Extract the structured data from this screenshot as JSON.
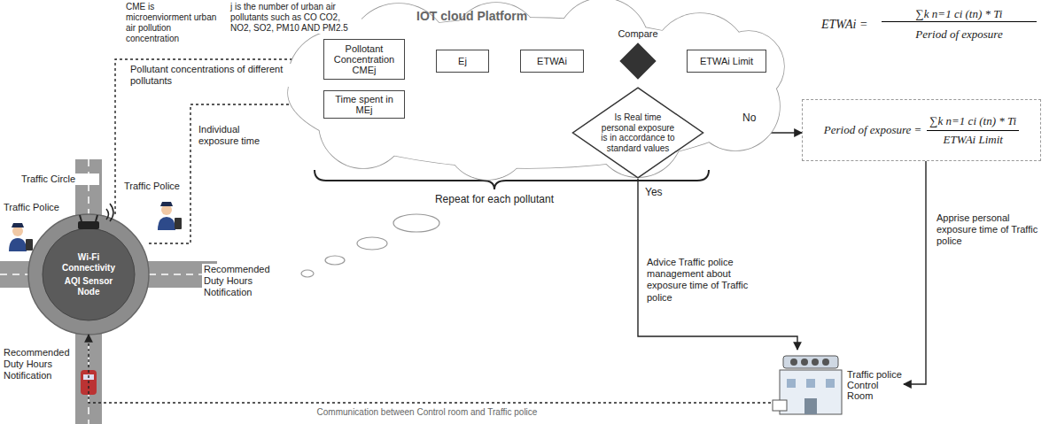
{
  "diagram": {
    "nodes": [
      {
        "text": [
          "IOT cloud Platform"
        ]
      },
      {
        "text": [
          "Pollotant Concentration CMEj"
        ],
        "in": 0
      },
      {
        "text": [
          "Time spent in MEj"
        ],
        "in": 0
      },
      {
        "text": [
          "Ej"
        ],
        "in": 0
      },
      {
        "text": [
          "ETWAi"
        ],
        "in": 0
      },
      {
        "text": [
          "Compare"
        ],
        "in": 0
      },
      {
        "text": [
          "ETWAi Limit"
        ],
        "in": 0
      },
      {
        "text": [
          "Is Real time personal exposure is in accordance to standard values"
        ],
        "in": 0
      },
      {
        "text": [
          "Period of exposure =",
          "∑k n=1 ci (tn) * Ti",
          "ETWAi Limit"
        ]
      },
      {
        "text": [
          "Traffic police Control Room"
        ]
      },
      {
        "text": [
          "Wi-Fi Connectivity",
          "AQI Sensor Node"
        ]
      }
    ],
    "edges": [
      {
        "from": 10,
        "to": 1,
        "arrow": "to",
        "label": "Pollutant concentrations of different pollutants"
      },
      {
        "from": 10,
        "to": 2,
        "arrow": "to",
        "label": "Individual exposure time"
      },
      {
        "from": 1,
        "to": 3,
        "arrow": "to"
      },
      {
        "from": 2,
        "to": 3,
        "arrow": "to"
      },
      {
        "from": 3,
        "to": 4,
        "arrow": "to"
      },
      {
        "from": 4,
        "to": 5,
        "arrow": "to"
      },
      {
        "from": 6,
        "to": 5,
        "arrow": "to"
      },
      {
        "from": 5,
        "to": 7,
        "arrow": "to"
      },
      {
        "from": 7,
        "to": 8,
        "arrow": "to",
        "label": "No"
      },
      {
        "from": 7,
        "to": 9,
        "arrow": "to",
        "label": "Yes"
      },
      {
        "from": 8,
        "to": 9,
        "arrow": "to",
        "label": "Apprise personal exposure time of Traffic police"
      },
      {
        "from": 9,
        "to": 10,
        "arrow": "to",
        "label": "Communication between Control room and Traffic police"
      }
    ],
    "labels": [
      "CME is microenviorment urban air pollution concentration",
      "j is the number of urban air pollutants such as CO CO2, NO2, SO2, PM10 AND PM2.5",
      "ETWAi =",
      "∑k n=1 ci (tn) * Ti",
      "Period of exposure",
      "Repeat for each pollutant",
      "Advice Traffic police management about exposure time of Traffic police",
      "Traffic Circle",
      "Traffic Police",
      "Traffic Police",
      "Recommended Duty Hours Notification",
      "Recommended Duty Hours Notification"
    ]
  }
}
